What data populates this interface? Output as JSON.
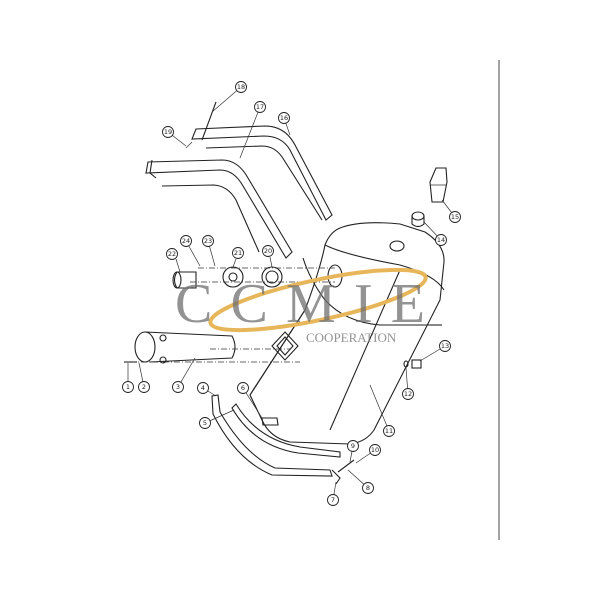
{
  "diagram": {
    "callouts": [
      "1",
      "2",
      "3",
      "4",
      "5",
      "6",
      "7",
      "8",
      "9",
      "10",
      "11",
      "12",
      "13",
      "14",
      "15",
      "16",
      "17",
      "18",
      "19",
      "20",
      "21",
      "22",
      "23",
      "24"
    ]
  },
  "watermark": {
    "brand": "CCMIE",
    "subtitle": "COOPERATION",
    "swoosh_color": "#e8b65a"
  }
}
